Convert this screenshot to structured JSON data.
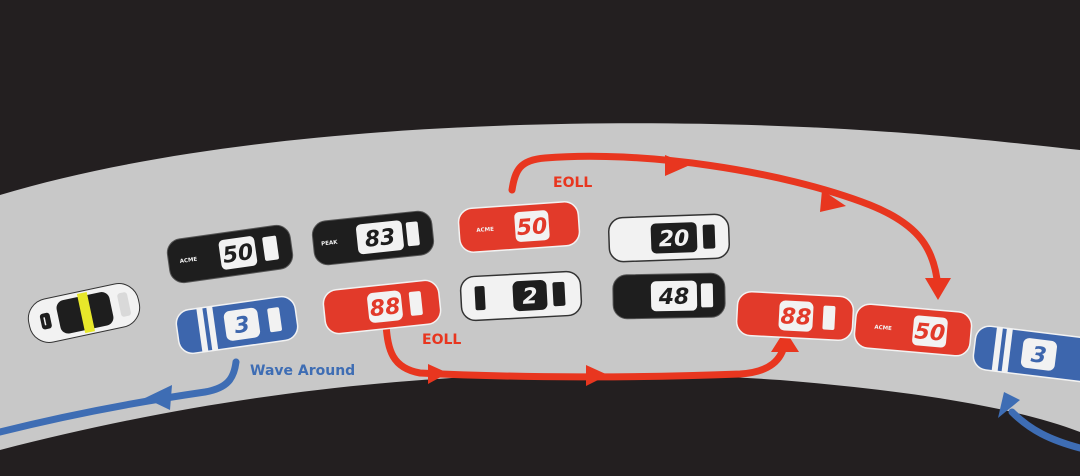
{
  "colors": {
    "background": "#231f20",
    "track": "#c8c8c8",
    "eoll_arrow": "#e8361f",
    "wave_arrow": "#3e6db4",
    "car_black": "#1e1e1e",
    "car_white": "#f2f2f2",
    "car_red": "#e23a2a",
    "car_blue": "#3d66ad",
    "pace_stripe": "#e8e82a"
  },
  "labels": {
    "eoll_top": "EOLL",
    "eoll_bottom": "EOLL",
    "wave_around": "Wave Around"
  },
  "pace_car": {
    "icon": "pace-car-icon"
  },
  "cars": [
    {
      "id": "car-50-black",
      "number": "50",
      "sponsor": "ACME",
      "body": "black"
    },
    {
      "id": "car-3-blue-rear",
      "number": "3",
      "sponsor": "",
      "body": "blue"
    },
    {
      "id": "car-83",
      "number": "83",
      "sponsor": "PEAK",
      "body": "black"
    },
    {
      "id": "car-88-rear",
      "number": "88",
      "sponsor": "",
      "body": "red"
    },
    {
      "id": "car-50-red-top",
      "number": "50",
      "sponsor": "ACME",
      "body": "red"
    },
    {
      "id": "car-2",
      "number": "2",
      "sponsor": "",
      "body": "white"
    },
    {
      "id": "car-20",
      "number": "20",
      "sponsor": "",
      "body": "white"
    },
    {
      "id": "car-48",
      "number": "48",
      "sponsor": "",
      "body": "black"
    },
    {
      "id": "car-88-tail",
      "number": "88",
      "sponsor": "",
      "body": "red"
    },
    {
      "id": "car-50-red-tail",
      "number": "50",
      "sponsor": "ACME",
      "body": "red"
    },
    {
      "id": "car-3-blue-tail",
      "number": "3",
      "sponsor": "",
      "body": "blue"
    }
  ]
}
